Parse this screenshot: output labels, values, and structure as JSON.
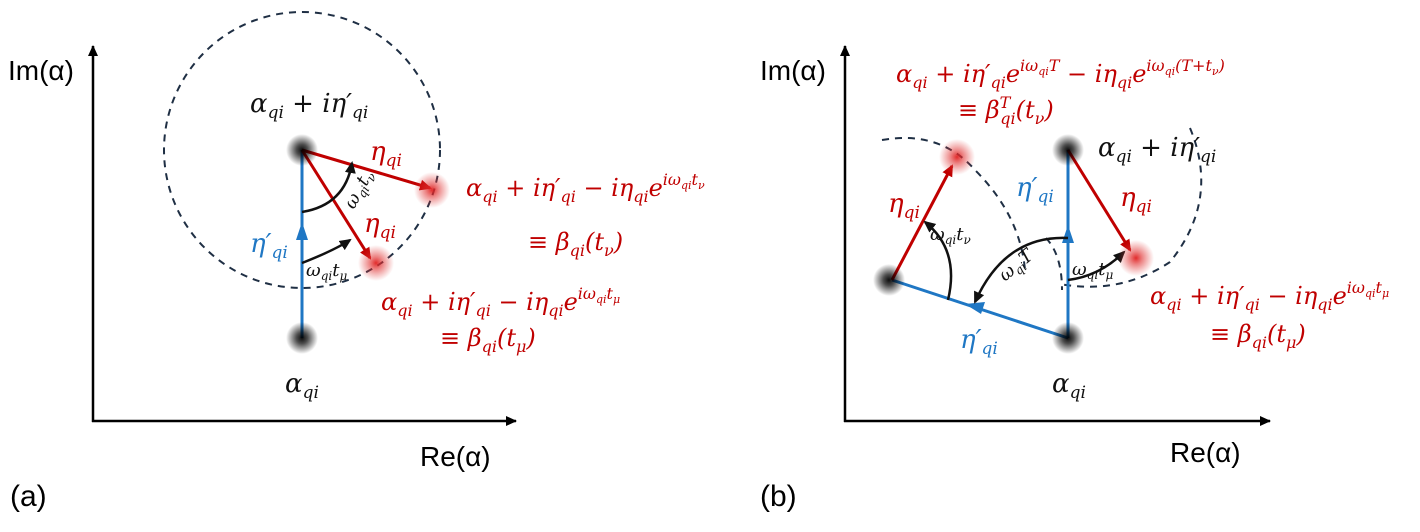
{
  "panel_a": {
    "label": "(a)",
    "y_axis_label": "Im(α)",
    "x_axis_label": "Re(α)",
    "alpha_label": "α",
    "alpha_sub": "qi",
    "top_point_label": {
      "a": "α",
      "a_sub": "qi",
      "rest": " + iη′",
      "rest_sub": "qi"
    },
    "eta_prime_label": {
      "main": "η′",
      "sub": "qi"
    },
    "eta_label_upper": {
      "main": "η",
      "sub": "qi"
    },
    "eta_label_lower": {
      "main": "η",
      "sub": "qi"
    },
    "angle_tnu": {
      "main": "ω",
      "sub": "qi",
      "t": "t",
      "tsub": "ν"
    },
    "angle_tmu": {
      "main": "ω",
      "sub": "qi",
      "t": "t",
      "tsub": "μ"
    },
    "beta_nu": {
      "line1": {
        "a": "α",
        "a_sub": "qi",
        "b": " + iη′",
        "b_sub": "qi",
        "c": " − iη",
        "c_sub": "qi",
        "e": "e",
        "sup": "iω",
        "sup_sub": "qi",
        "sup_t": "t",
        "sup_tsub": "ν"
      },
      "line2": {
        "eq": "≡ β",
        "sub": "qi",
        "arg": "(t",
        "arg_sub": "ν",
        "close": ")"
      }
    },
    "beta_mu": {
      "line1": {
        "a": "α",
        "a_sub": "qi",
        "b": " + iη′",
        "b_sub": "qi",
        "c": " − iη",
        "c_sub": "qi",
        "e": "e",
        "sup": "iω",
        "sup_sub": "qi",
        "sup_t": "t",
        "sup_tsub": "μ"
      },
      "line2": {
        "eq": "≡ β",
        "sub": "qi",
        "arg": "(t",
        "arg_sub": "μ",
        "close": ")"
      }
    }
  },
  "panel_b": {
    "label": "(b)",
    "y_axis_label": "Im(α)",
    "x_axis_label": "Re(α)",
    "alpha_label": "α",
    "alpha_sub": "qi",
    "top_point_label": {
      "a": "α",
      "a_sub": "qi",
      "rest": " + iη′",
      "rest_sub": "qi"
    },
    "eta_prime_vertical": {
      "main": "η′",
      "sub": "qi"
    },
    "eta_prime_rotated": {
      "main": "η′",
      "sub": "qi"
    },
    "eta_right": {
      "main": "η",
      "sub": "qi"
    },
    "eta_left": {
      "main": "η",
      "sub": "qi"
    },
    "angle_tnu": {
      "main": "ω",
      "sub": "qi",
      "t": "t",
      "tsub": "ν"
    },
    "angle_T": {
      "main": "ω",
      "sub": "qi",
      "t": "T"
    },
    "angle_tmu": {
      "main": "ω",
      "sub": "qi",
      "t": "t",
      "tsub": "μ"
    },
    "beta_T": {
      "line1": {
        "a": "α",
        "a_sub": "qi",
        "b": " + iη′",
        "b_sub": "qi",
        "e1": "e",
        "e1_sup": "iω",
        "e1_sup_sub": "qi",
        "e1_sup_t": "T",
        "c": " − iη",
        "c_sub": "qi",
        "e2": "e",
        "e2_sup": "iω",
        "e2_sup_sub": "qi",
        "e2_sup_t": "(T+t",
        "e2_sup_tsub": "ν",
        "e2_sup_close": ")"
      },
      "line2": {
        "eq": "≡ β",
        "sup": "T",
        "sub": "qi",
        "arg": "(t",
        "arg_sub": "ν",
        "close": ")"
      }
    },
    "beta_mu": {
      "line1": {
        "a": "α",
        "a_sub": "qi",
        "b": " + iη′",
        "b_sub": "qi",
        "c": " − iη",
        "c_sub": "qi",
        "e": "e",
        "sup": "iω",
        "sup_sub": "qi",
        "sup_t": "t",
        "sup_tsub": "μ"
      },
      "line2": {
        "eq": "≡ β",
        "sub": "qi",
        "arg": "(t",
        "arg_sub": "μ",
        "close": ")"
      }
    }
  },
  "colors": {
    "blue": "#1f77c4",
    "red": "#c00000",
    "black": "#111111",
    "dashed": "#1f2f44"
  }
}
